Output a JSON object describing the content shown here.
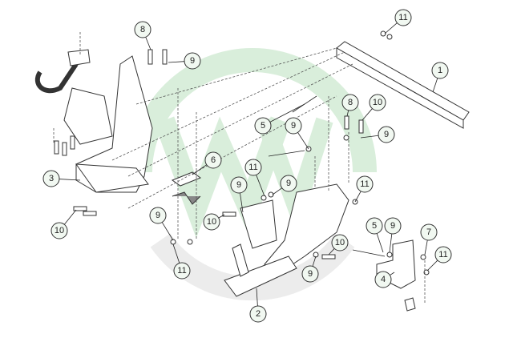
{
  "diagram": {
    "type": "exploded-parts-diagram",
    "callouts": [
      "11",
      "8",
      "9",
      "1",
      "8",
      "10",
      "5",
      "9",
      "9",
      "6",
      "11",
      "9",
      "9",
      "11",
      "3",
      "10",
      "9",
      "10",
      "5",
      "9",
      "7",
      "10",
      "11",
      "9",
      "11",
      "4",
      "2"
    ],
    "colors": {
      "watermark_green": "#d9eedb",
      "watermark_gray": "#ececec",
      "callout_fill": "#f1f8f1",
      "line": "#333333"
    }
  }
}
